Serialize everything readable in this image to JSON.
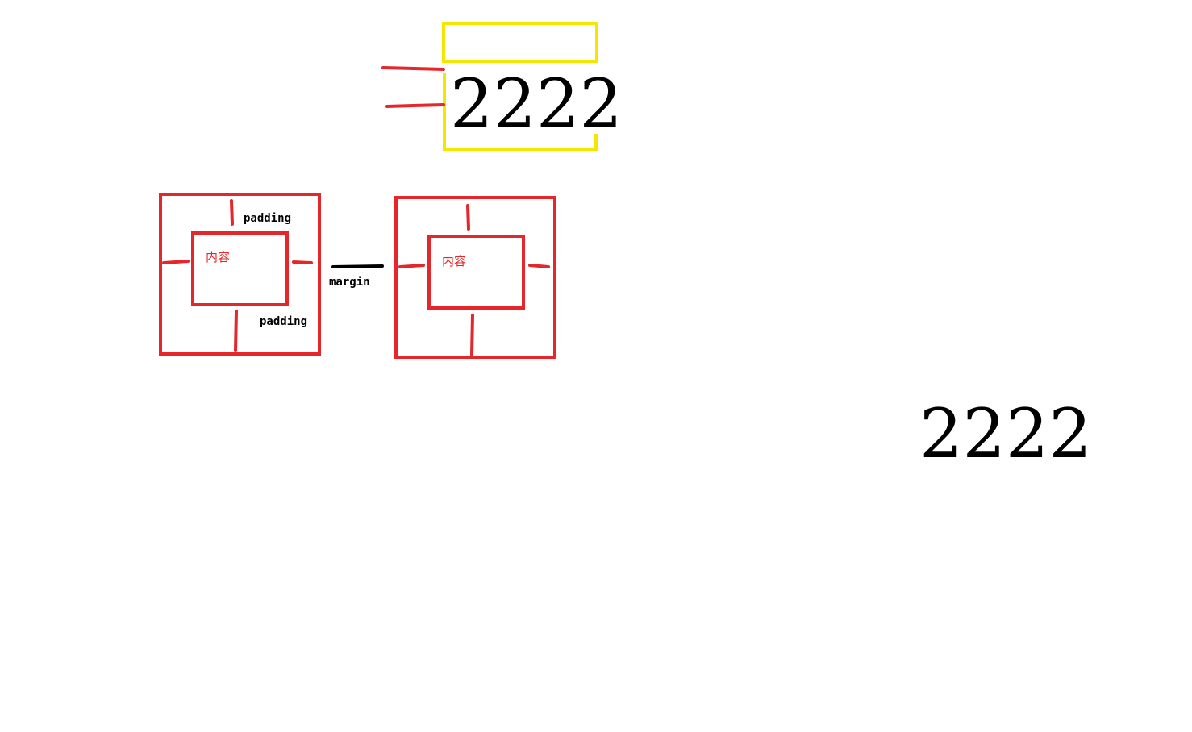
{
  "colors": {
    "box_red": "#e5262b",
    "highlight_yellow": "#f5e600",
    "ink_black": "#000000",
    "background": "#ffffff"
  },
  "top_sample": {
    "text": "2222"
  },
  "bottom_sample": {
    "text": "2222"
  },
  "left_box": {
    "content_label": "内容",
    "padding_top_label": "padding",
    "padding_bottom_label": "padding"
  },
  "gap": {
    "margin_label": "margin"
  },
  "right_box": {
    "content_label": "内容"
  }
}
